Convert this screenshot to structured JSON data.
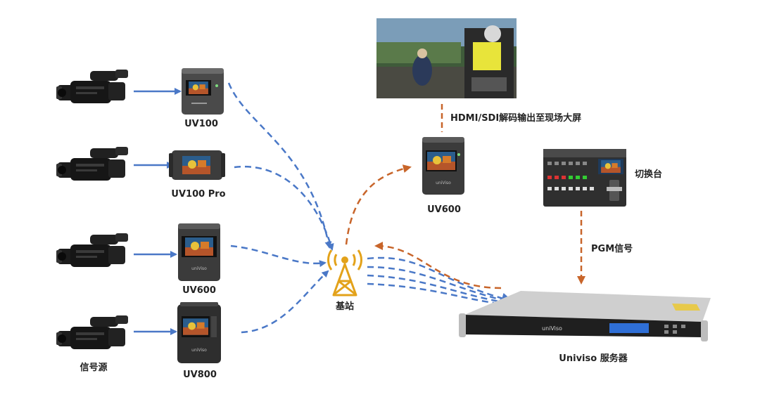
{
  "colors": {
    "blue_link": "#4a78c7",
    "orange_link": "#c8652a",
    "tower": "#e3a21a",
    "device_body": "#3a3a3a",
    "label": "#222222"
  },
  "labels": {
    "source": "信号源",
    "uv100": "UV100",
    "uv100pro": "UV100 Pro",
    "uv600": "UV600",
    "uv800": "UV800",
    "base_station": "基站",
    "uv600_top": "UV600",
    "hdmi_output": "HDMI/SDI解码输出至现场大屏",
    "switcher": "切换台",
    "pgm": "PGM信号",
    "server": "Univiso 服务器"
  },
  "brand": "uniViso",
  "icons": [
    "camcorder-icon",
    "tower-icon",
    "screen-photo",
    "switcher-icon",
    "server-icon"
  ]
}
